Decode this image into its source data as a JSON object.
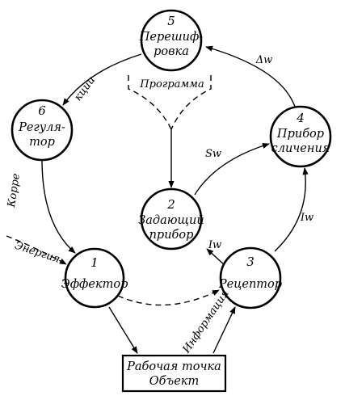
{
  "nodes": [
    {
      "number": "1",
      "lines": [
        "Эффектор"
      ]
    },
    {
      "number": "2",
      "lines": [
        "Задающий",
        "прибор"
      ]
    },
    {
      "number": "3",
      "lines": [
        "Рецептор"
      ]
    },
    {
      "number": "4",
      "lines": [
        "Прибор",
        "сличения"
      ]
    },
    {
      "number": "5",
      "lines": [
        "Перешиф-",
        "ровка"
      ]
    },
    {
      "number": "6",
      "lines": [
        "Регуля-",
        "тор"
      ]
    }
  ],
  "object_box": {
    "lines": [
      "Рабочая точка",
      "Объект"
    ]
  },
  "labels": {
    "program": "Программа",
    "energy": "Энергия",
    "information": "Информация",
    "correction_part1": "Корре",
    "correction_part2": "кции",
    "sw": "Sw",
    "iw_upper": "Iw",
    "iw_lower": "Iw",
    "delta_w": "Δw"
  }
}
